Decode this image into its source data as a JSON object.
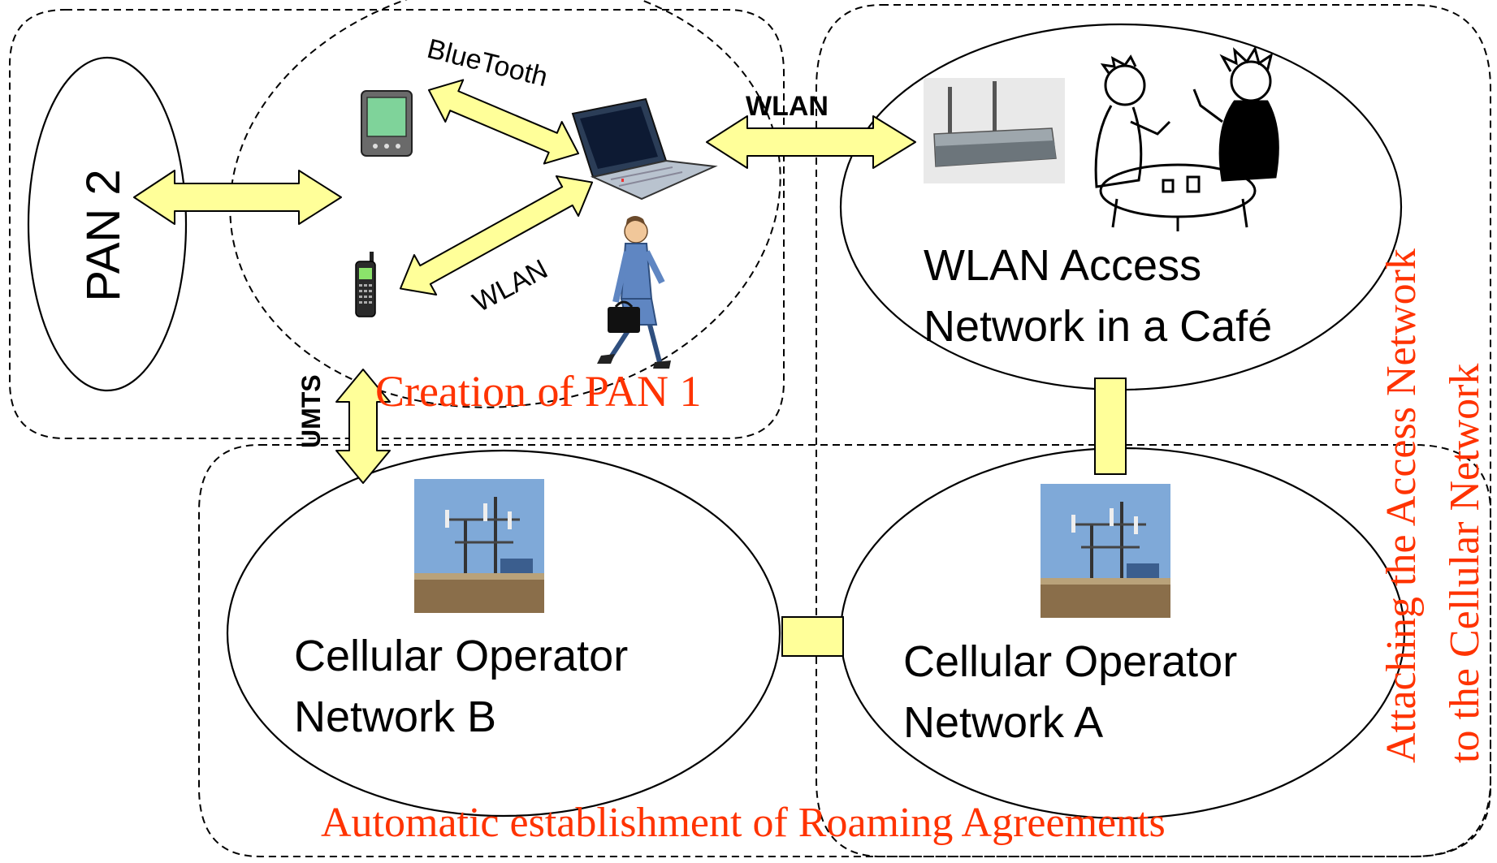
{
  "labels": {
    "pan2": "PAN 2",
    "bluetooth": "BlueTooth",
    "wlan_pan": "WLAN",
    "wlan_link": "WLAN",
    "umts": "UMTS",
    "creation_pan1": "Creation of  PAN 1",
    "wlan_access_line1": "WLAN Access",
    "wlan_access_line2": "Network in a Café",
    "attach_line1": "Attaching the Access Network",
    "attach_line2": "to the Cellular Network",
    "cell_b_line1": "Cellular Operator",
    "cell_b_line2": "Network B",
    "cell_a_line1": "Cellular Operator",
    "cell_a_line2": "Network A",
    "roaming": "Automatic establishment of Roaming Agreements"
  },
  "colors": {
    "arrow_fill": "#ffff99",
    "annotation_red": "#ff3300",
    "sky": "#7fa9d8"
  },
  "icons": [
    "pda-icon",
    "laptop-icon",
    "mobile-phone-icon",
    "businesswoman-icon",
    "wireless-router-icon",
    "cafe-people-icon",
    "cell-tower-icon"
  ]
}
